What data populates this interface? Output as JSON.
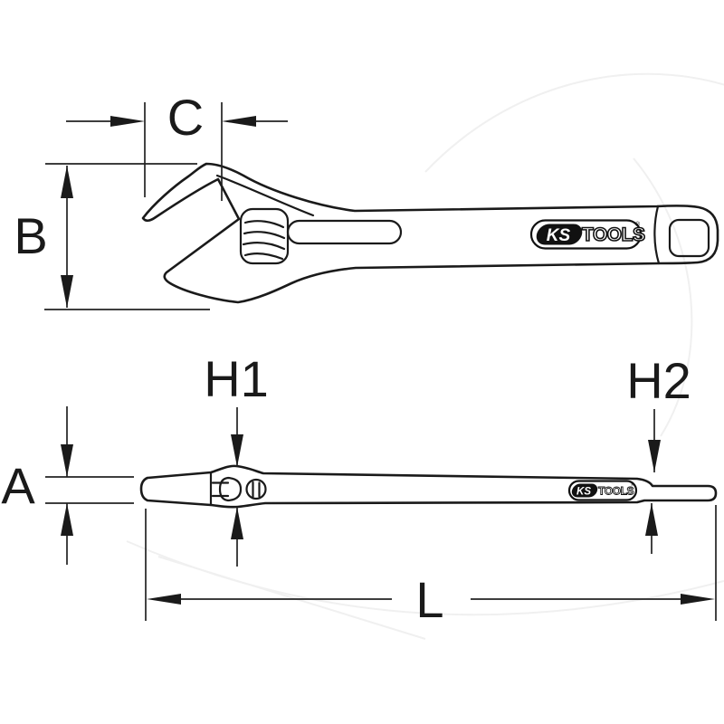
{
  "drawing": {
    "kind": "technical dimensional drawing",
    "subject": "adjustable wrench shown in two orthographic views",
    "views": {
      "top": "side profile with open jaw",
      "bottom": "edge profile"
    }
  },
  "dimension_labels": {
    "jaw_opening": "C",
    "head_height": "B",
    "head_thickness": "H1",
    "handle_end_thickness": "H2",
    "tip_thickness": "A",
    "overall_length": "L"
  },
  "brand": {
    "name_short": "KS",
    "name_rest": "TOOLS",
    "registered": "®"
  },
  "colors": {
    "line": "#1a1a1a",
    "background": "#ffffff",
    "watermark": "#f0f0f0",
    "logo_fill": "#111111"
  }
}
